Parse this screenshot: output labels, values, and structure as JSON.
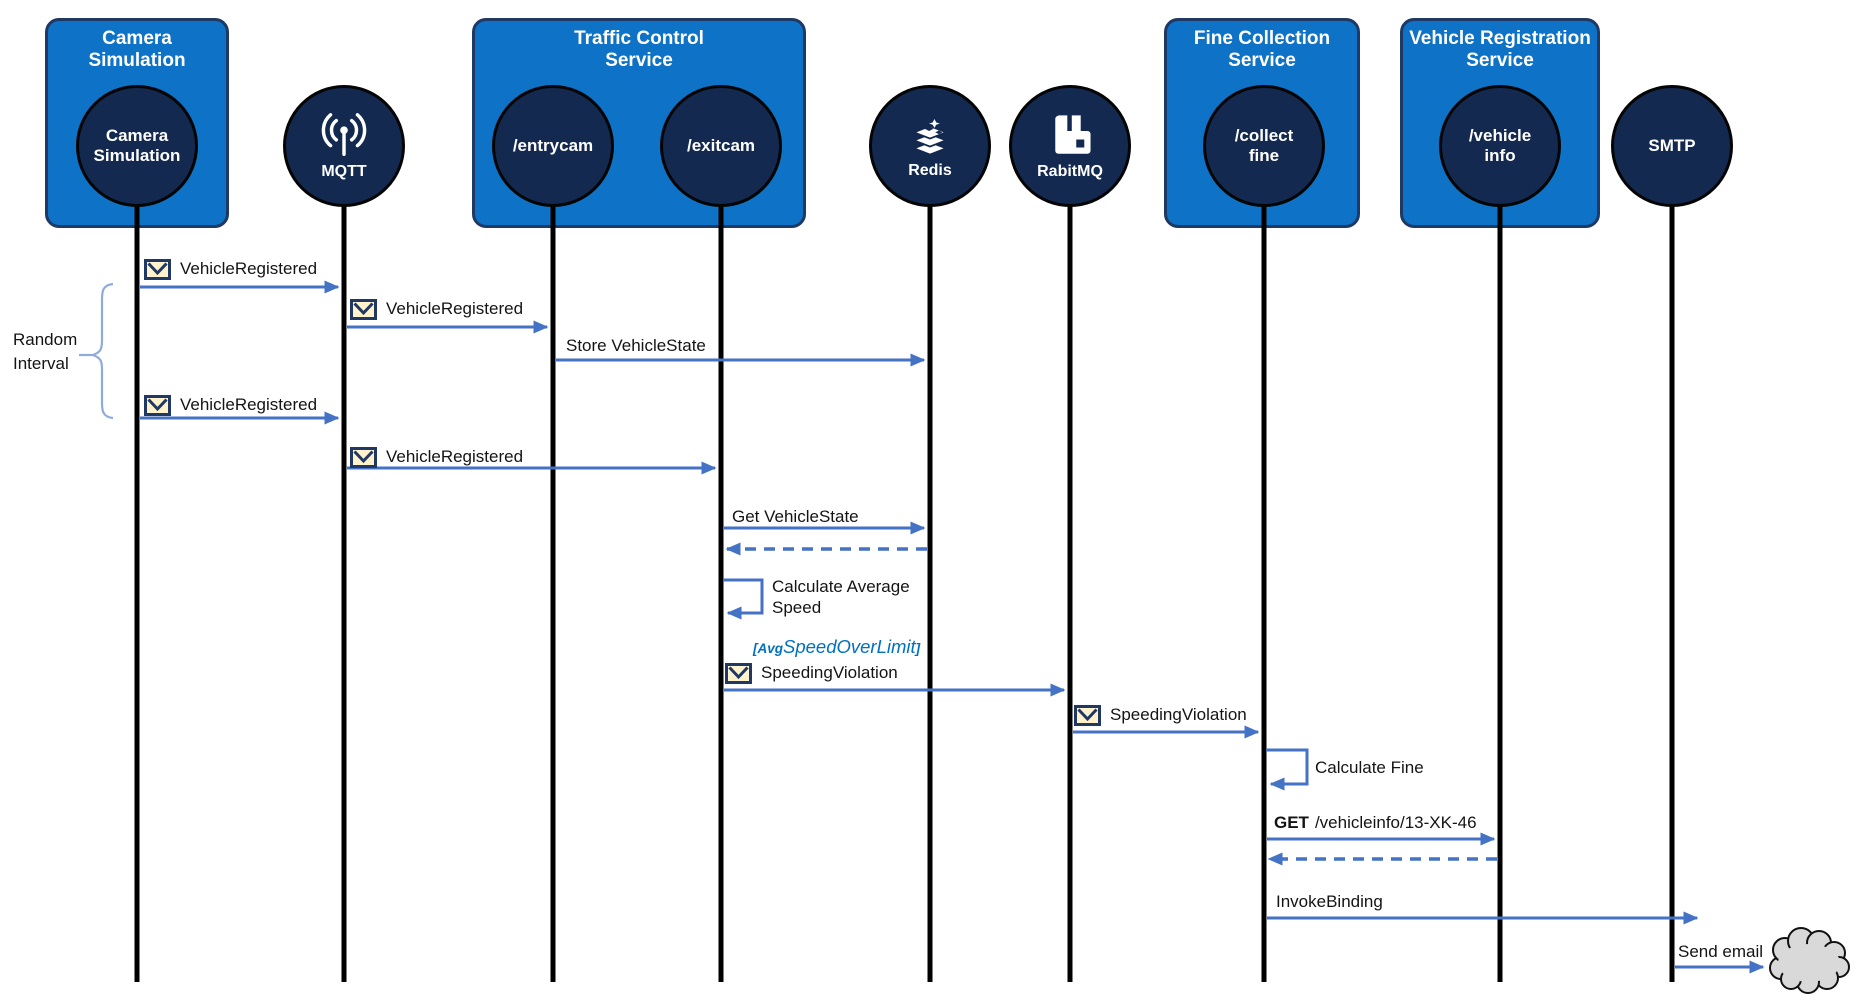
{
  "diagram_type": "sequence-diagram",
  "participants": [
    {
      "id": "camera-simulation-service",
      "kind": "service-box",
      "title": "Camera Simulation",
      "endpoints": [
        "Camera Simulation"
      ]
    },
    {
      "id": "mqtt",
      "kind": "message-broker",
      "label": "MQTT",
      "icon": "mqtt-broadcast-icon"
    },
    {
      "id": "traffic-control-service",
      "kind": "service-box",
      "title": "Traffic Control Service",
      "endpoints": [
        "/entrycam",
        "/exitcam"
      ]
    },
    {
      "id": "redis",
      "kind": "state-store",
      "label": "Redis",
      "icon": "redis-icon"
    },
    {
      "id": "rabitmq",
      "kind": "message-broker",
      "label": "RabitMQ",
      "icon": "rabbitmq-icon"
    },
    {
      "id": "fine-collection-service",
      "kind": "service-box",
      "title": "Fine Collection Service",
      "endpoints": [
        "/collect fine"
      ]
    },
    {
      "id": "vehicle-registration-service",
      "kind": "service-box",
      "title": "Vehicle Registration Service",
      "endpoints": [
        "/vehicle info"
      ]
    },
    {
      "id": "smtp",
      "kind": "external-system",
      "label": "SMTP"
    }
  ],
  "messages": [
    {
      "label": "VehicleRegistered",
      "from": "Camera Simulation",
      "to": "MQTT",
      "envelope": true,
      "style": "solid"
    },
    {
      "label": "VehicleRegistered",
      "from": "MQTT",
      "to": "/entrycam",
      "envelope": true,
      "style": "solid"
    },
    {
      "label": "Store VehicleState",
      "from": "/entrycam",
      "to": "Redis",
      "envelope": false,
      "style": "solid"
    },
    {
      "label": "VehicleRegistered",
      "from": "Camera Simulation",
      "to": "MQTT",
      "envelope": true,
      "style": "solid"
    },
    {
      "label": "VehicleRegistered",
      "from": "MQTT",
      "to": "/exitcam",
      "envelope": true,
      "style": "solid"
    },
    {
      "label": "Get VehicleState",
      "from": "/exitcam",
      "to": "Redis",
      "envelope": false,
      "style": "solid"
    },
    {
      "label": "",
      "from": "Redis",
      "to": "/exitcam",
      "style": "dashed-return"
    },
    {
      "label": "Calculate Average Speed",
      "type": "self-call",
      "on": "/exitcam"
    },
    {
      "label": "SpeedingViolation",
      "from": "/exitcam",
      "to": "RabitMQ",
      "envelope": true,
      "style": "solid",
      "guard": "[AvgSpeedOverLimit]",
      "guard_prefix": "[Avg",
      "guard_main": "SpeedOverLimit",
      "guard_suffix": "]"
    },
    {
      "label": "SpeedingViolation",
      "from": "RabitMQ",
      "to": "/collect fine",
      "envelope": true,
      "style": "solid"
    },
    {
      "label": "Calculate Fine",
      "type": "self-call",
      "on": "/collect fine"
    },
    {
      "method": "GET",
      "path": "/vehicleinfo/13-XK-46",
      "from": "/collect fine",
      "to": "/vehicle info",
      "style": "solid"
    },
    {
      "label": "",
      "from": "/vehicle info",
      "to": "/collect fine",
      "style": "dashed-return"
    },
    {
      "label": "InvokeBinding",
      "from": "/collect fine",
      "to": "SMTP",
      "style": "solid"
    },
    {
      "label": "Send email",
      "from": "SMTP",
      "to": "cloud",
      "style": "solid"
    }
  ],
  "annotations": {
    "random_interval": "Random Interval"
  },
  "colors": {
    "service_box_fill": "#0E72C6",
    "service_box_border": "#1F3864",
    "node_circle_fill": "#13294F",
    "node_circle_border": "#050505",
    "arrow": "#4472C4",
    "guard_text": "#0070C0",
    "brace": "#8FAADC",
    "envelope_fill": "#FFF2CC",
    "envelope_border": "#1F3864",
    "cloud_fill": "#D9D9D9",
    "lifeline": "#000000"
  }
}
